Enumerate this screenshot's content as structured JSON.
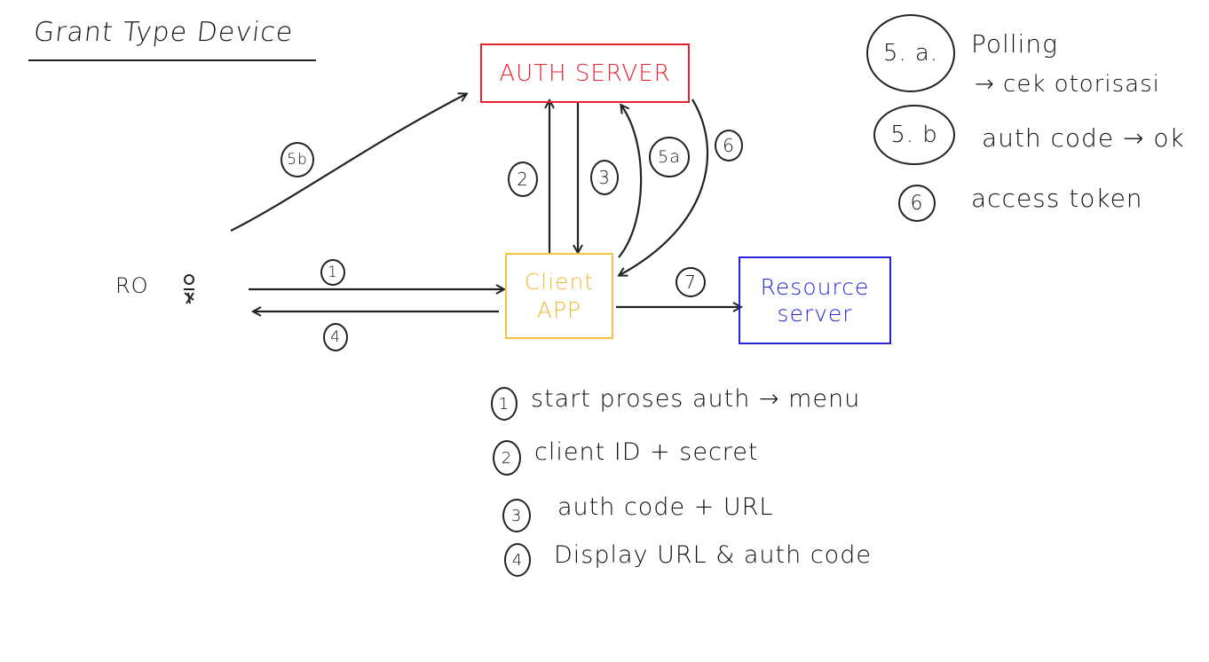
{
  "title": "Grant Type Device",
  "nodes": {
    "auth_server": "AUTH SERVER",
    "client_app_line1": "Client",
    "client_app_line2": "APP",
    "resource_server_line1": "Resource",
    "resource_server_line2": "server",
    "resource_owner": "RO"
  },
  "step_badges": {
    "s1": "1",
    "s2": "2",
    "s3": "3",
    "s4": "4",
    "s5a": "5a",
    "s5b": "5b",
    "s6": "6",
    "s7": "7"
  },
  "legend": [
    {
      "num": "1",
      "text": "start proses auth → menu"
    },
    {
      "num": "2",
      "text": "client ID + secret"
    },
    {
      "num": "3",
      "text": "auth code + URL"
    },
    {
      "num": "4",
      "text": "Display URL & auth code"
    }
  ],
  "notes": {
    "n5a_num": "5. a.",
    "n5a_text": "Polling",
    "n5a_sub": "→ cek otorisasi",
    "n5b_num": "5. b",
    "n5b_text": "auth code → ok",
    "n6_num": "6",
    "n6_text": "access token"
  },
  "colors": {
    "auth_server": "#e8232f",
    "client_app": "#f5c242",
    "resource_server": "#2626d8",
    "ink": "#222222"
  }
}
